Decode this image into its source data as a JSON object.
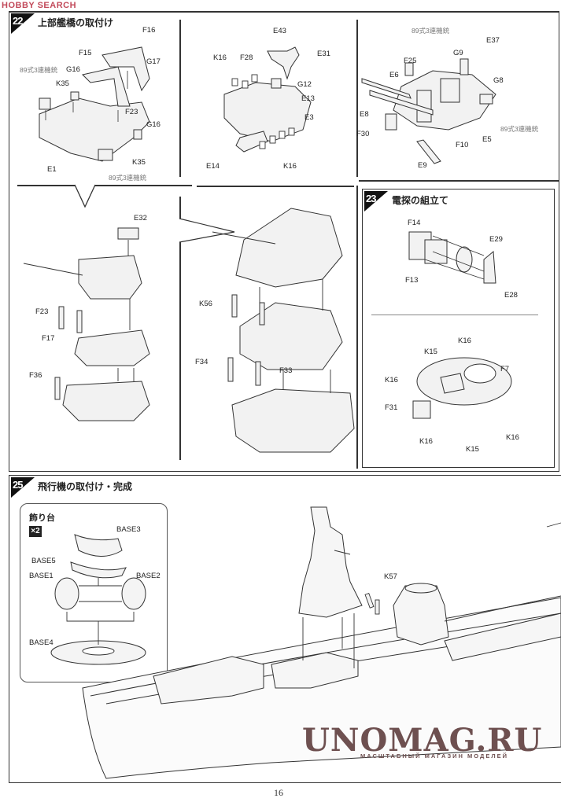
{
  "header": {
    "site_logo": "HOBBY SEARCH"
  },
  "steps": [
    {
      "number": "22",
      "title": "上部艦橋の取付け",
      "panels": [
        {
          "labels": [
            "F16",
            "F15",
            "G17",
            "89式3連機銃",
            "G16",
            "K35",
            "F23",
            "G16",
            "K35",
            "E1",
            "89式3連機銃"
          ]
        },
        {
          "labels": [
            "E43",
            "K16",
            "F28",
            "E31",
            "G12",
            "E13",
            "E3",
            "E14",
            "K16"
          ]
        },
        {
          "labels": [
            "89式3連機銃",
            "E37",
            "F25",
            "G9",
            "E6",
            "G8",
            "E8",
            "F30",
            "F10",
            "E5",
            "89式3連機銃",
            "E9"
          ]
        }
      ]
    },
    {
      "number": "",
      "title": "",
      "panels": [
        {
          "labels": [
            "E32",
            "F23",
            "F17",
            "F36"
          ]
        },
        {
          "labels": [
            "K56",
            "F34",
            "F33"
          ]
        }
      ]
    },
    {
      "number": "23",
      "title": "電探の組立て",
      "panels": [
        {
          "labels": [
            "F14",
            "E29",
            "F13",
            "E28"
          ]
        },
        {
          "labels": [
            "K16",
            "K15",
            "F7",
            "K16",
            "F31",
            "K16",
            "K15",
            "K16"
          ]
        }
      ]
    },
    {
      "number": "25",
      "title": "飛行機の取付け・完成",
      "inset": {
        "title": "飾り台",
        "quantity": "×2",
        "labels": [
          "BASE3",
          "BASE5",
          "BASE1",
          "BASE2",
          "BASE4"
        ]
      },
      "labels": [
        "K57"
      ]
    }
  ],
  "watermark": {
    "main": "UNOMAG.RU",
    "sub": "МАСШТАБНЫЙ МАГАЗИН МОДЕЛЕЙ"
  },
  "footer": {
    "page_number": "16"
  }
}
